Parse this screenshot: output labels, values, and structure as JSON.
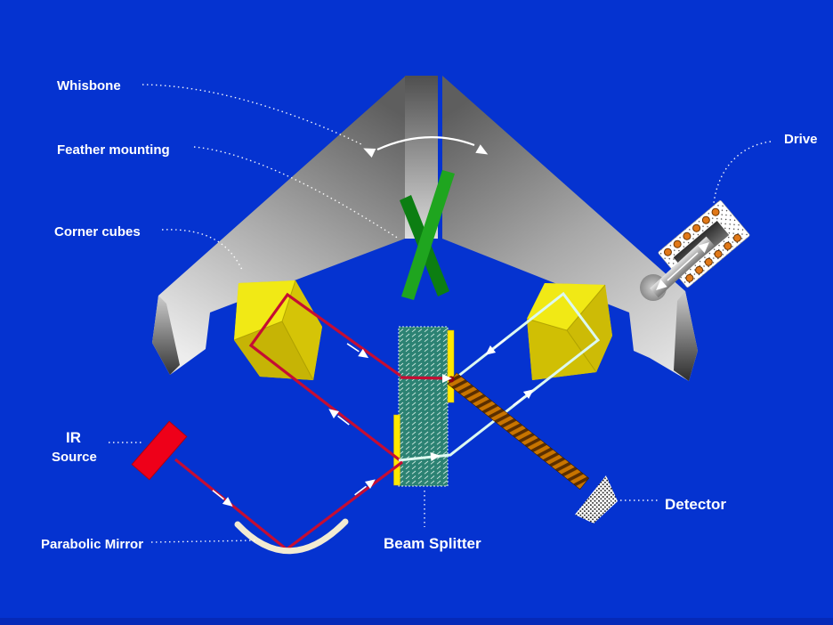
{
  "labels": {
    "whisbone": "Whisbone",
    "feather_mounting": "Feather mounting",
    "corner_cubes": "Corner cubes",
    "drive": "Drive",
    "ir_line1": "IR",
    "ir_line2": "Source",
    "parabolic_mirror": "Parabolic Mirror",
    "beam_splitter": "Beam Splitter",
    "detector": "Detector"
  },
  "colors": {
    "background": "#0533D0",
    "label_text": "#FFFFFF",
    "wishbone_gray_dark": "#5A5A5A",
    "wishbone_gray_light": "#E8E8E8",
    "flex_pivot_green_front": "#1FA51F",
    "flex_pivot_green_back": "#0C7E12",
    "corner_cube_yellow": "#EADD00",
    "beamsplitter_teal": "#2E8570",
    "beamsplitter_coating_yellow": "#FFE800",
    "ir_beam_red": "#C50D33",
    "ir_source_red": "#EE0019",
    "output_beam_cyan": "#DCF8F0",
    "coil_orange": "#C87400",
    "coil_dark_brown": "#5A2E00",
    "parabolic_mirror_cream": "#F2EBD2",
    "drive_dot_orange": "#E07818"
  }
}
